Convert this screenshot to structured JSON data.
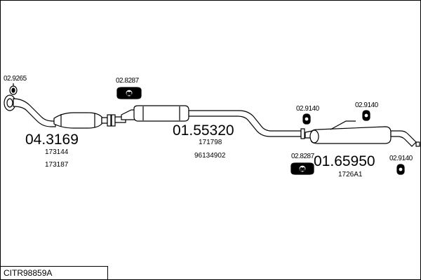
{
  "document_code": "CITR98859A",
  "parts": [
    {
      "number": "04.3169",
      "refs": [
        "173144",
        "173187"
      ]
    },
    {
      "number": "01.55320",
      "refs": [
        "171798",
        "96134902"
      ]
    },
    {
      "number": "01.65950",
      "refs": [
        "1726A1"
      ]
    }
  ],
  "fittings": [
    {
      "code": "02.9265"
    },
    {
      "code": "02.8287"
    },
    {
      "code": "02.9140"
    },
    {
      "code": "02.9140"
    },
    {
      "code": "02.8287"
    },
    {
      "code": "02.9140"
    }
  ]
}
